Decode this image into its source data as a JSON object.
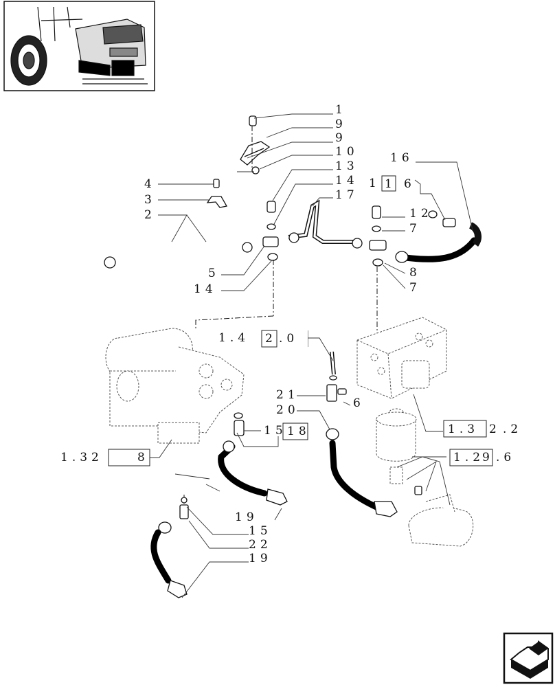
{
  "labels": {
    "l1": "1",
    "l9a": "9",
    "l9b": "9",
    "l10": "10",
    "l13": "13",
    "l14a": "14",
    "l17": "17",
    "l16": "16",
    "l11": "1",
    "l11box": "1",
    "l6a": "6",
    "l4": "4",
    "l3": "3",
    "l2": "2",
    "l12": "12",
    "l7a": "7",
    "l5": "5",
    "l14b": "14",
    "l8": "8",
    "l7b": "7",
    "ref1420a": "1.4",
    "ref1420box": "2",
    "ref1420b": ".0",
    "l21": "21",
    "l6b": "6",
    "l20": "20",
    "ref1322a": "1.3",
    "ref1322box": "2",
    "ref1322b": ".2",
    "l15a": "15",
    "l18box": "18",
    "ref1328a": "1.32",
    "ref1328box": "8",
    "ref1296a": "1.2",
    "ref1296box": "9",
    "ref1296b": ".6",
    "l19a": "19",
    "l15b": "15",
    "l22": "22",
    "l19b": "19"
  },
  "icons": {
    "thumbnail": "tractor-thumbnail-icon",
    "navigation": "next-page-arrow-icon"
  }
}
